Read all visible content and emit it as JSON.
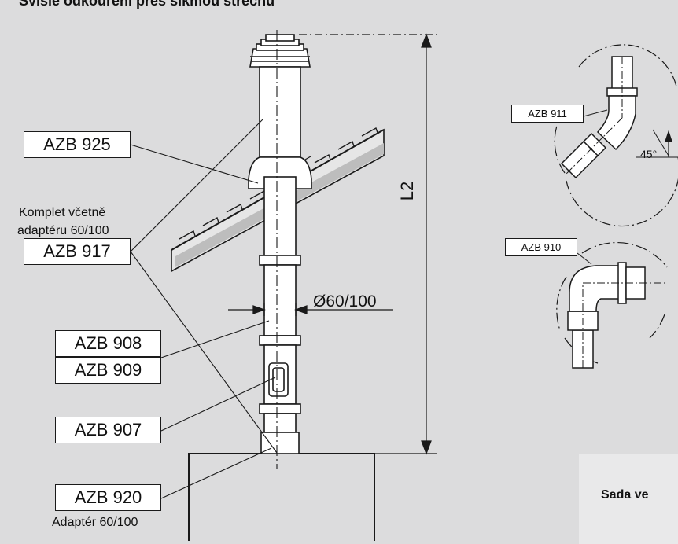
{
  "title": "Svislé odkouření přes šikmou střechu",
  "labels": {
    "azb925": "AZB 925",
    "kit_note_line1": "Komplet včetně",
    "kit_note_line2": "adaptéru 60/100",
    "azb917": "AZB 917",
    "azb908": "AZB 908",
    "azb909": "AZB 909",
    "azb907": "AZB 907",
    "azb920": "AZB 920",
    "adapter_note": "Adaptér 60/100",
    "diameter": "Ø60/100",
    "height_dim": "L2"
  },
  "detail_elbow45": {
    "label": "AZB 911",
    "angle": "45°"
  },
  "detail_elbow90": {
    "label": "AZB 910"
  },
  "info_box": {
    "text": "Sada ve"
  },
  "colors": {
    "background": "#dcdcdd",
    "line": "#1a1a1a",
    "part_fill": "#ffffff"
  }
}
